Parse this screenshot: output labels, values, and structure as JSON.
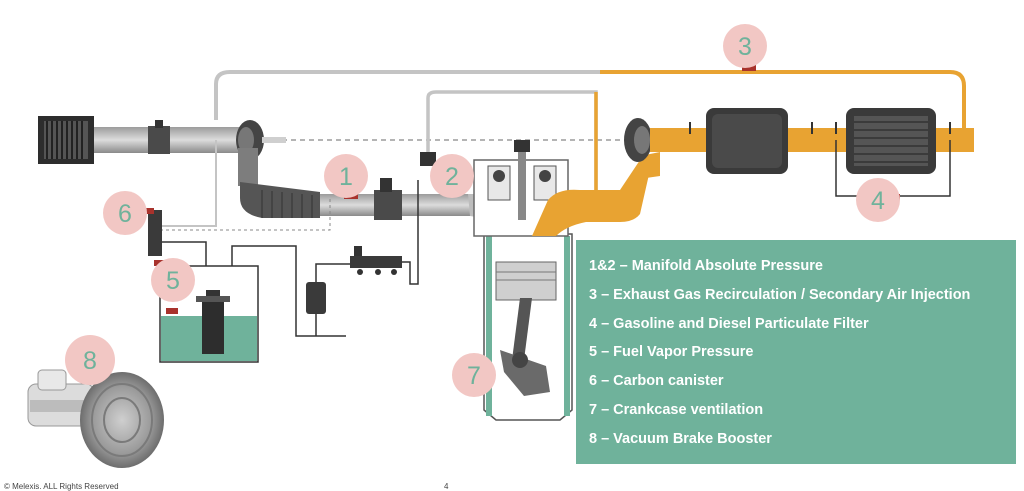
{
  "badges": [
    "1",
    "2",
    "3",
    "4",
    "5",
    "6",
    "7",
    "8"
  ],
  "legend": {
    "items": [
      "1&2 – Manifold Absolute Pressure",
      "3 – Exhaust Gas Recirculation / Secondary Air Injection",
      "4 – Gasoline and Diesel Particulate Filter",
      "5 – Fuel Vapor Pressure",
      "6 – Carbon canister",
      "7 – Crankcase ventilation",
      "8 – Vacuum Brake Booster"
    ]
  },
  "footer": {
    "copyright": "© Melexis. ALL Rights Reserved",
    "page": "4"
  },
  "colors": {
    "intake_pipe": "#bdbdbd",
    "exhaust_pipe": "#e8a332",
    "badge_circle": "#f2c7c4",
    "badge_text": "#6fb29b",
    "legend_bg": "#6fb29b",
    "sensor": "#a8322c",
    "fluid": "#6fb29b"
  }
}
